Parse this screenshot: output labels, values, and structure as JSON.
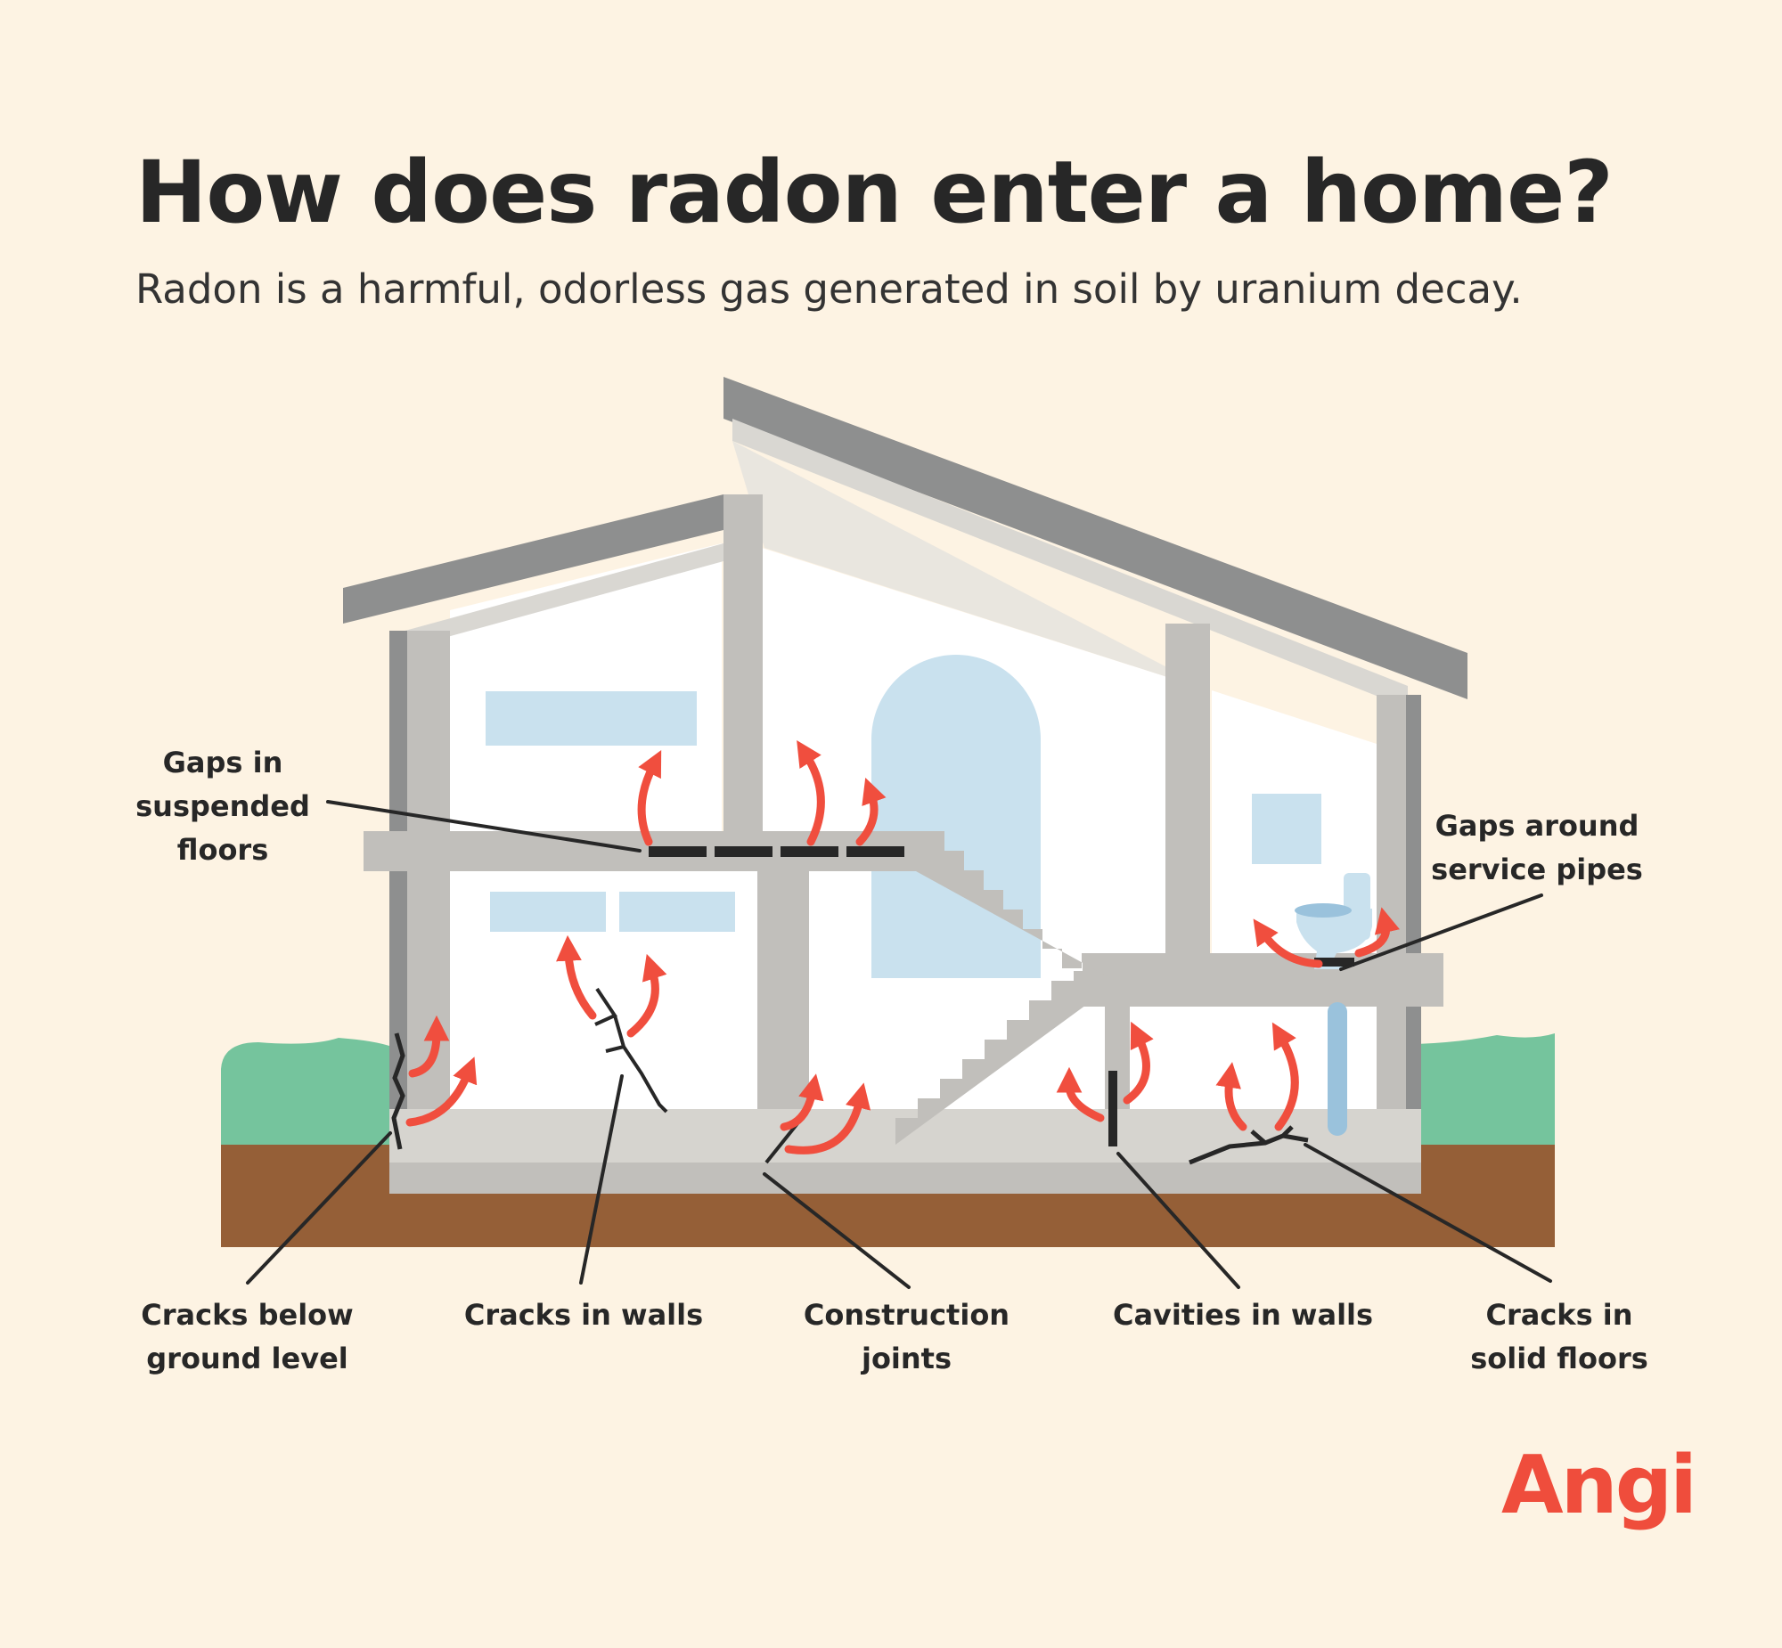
{
  "title": "How does radon enter a home?",
  "subtitle": "Radon is a harmful, odorless gas generated in soil by uranium decay.",
  "labels": {
    "gaps_suspended_floors": "Gaps in\nsuspended\nfloors",
    "gaps_service_pipes": "Gaps around\nservice pipes",
    "cracks_below_ground": "Cracks below\nground level",
    "cracks_in_walls": "Cracks in walls",
    "construction_joints": "Construction\njoints",
    "cavities_in_walls": "Cavities in walls",
    "cracks_solid_floors": "Cracks in\nsolid floors"
  },
  "brand": "Angi",
  "colors": {
    "background": "#fdf3e3",
    "roof": "#8e8f8f",
    "wall": "#c1bfbb",
    "window": "#c9e1ee",
    "soil": "#955f37",
    "grass": "#75c49d",
    "arrow": "#f04e3e",
    "crack": "#272727"
  }
}
